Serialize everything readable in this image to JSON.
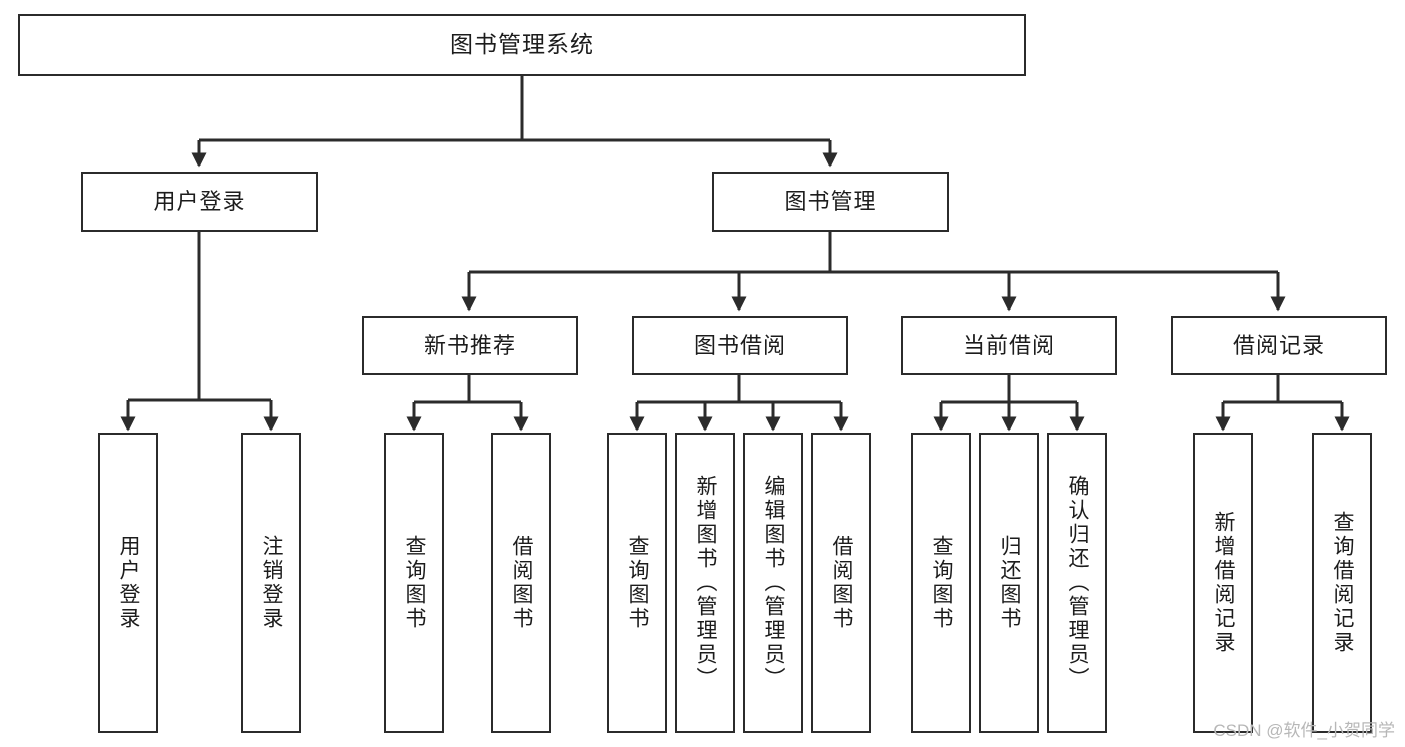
{
  "diagram": {
    "title": "图书管理系统",
    "type": "tree-hierarchy-chart",
    "watermark": "CSDN @软件_小贺同学",
    "colors": {
      "background": "#ffffff",
      "border": "#2b2b2b",
      "text": "#1c1c1c",
      "connector": "#2b2b2b",
      "watermark": "#b7b7b7"
    },
    "root": {
      "label": "图书管理系统"
    },
    "level2": [
      {
        "label": "用户登录"
      },
      {
        "label": "图书管理"
      }
    ],
    "level3": [
      {
        "label": "新书推荐"
      },
      {
        "label": "图书借阅"
      },
      {
        "label": "当前借阅"
      },
      {
        "label": "借阅记录"
      }
    ],
    "leaves": {
      "user_login": [
        {
          "label": "用户登录"
        },
        {
          "label": "注销登录"
        }
      ],
      "new_book_recommend": [
        {
          "label": "查询图书"
        },
        {
          "label": "借阅图书"
        }
      ],
      "book_borrow": [
        {
          "label": "查询图书"
        },
        {
          "label": "新增图书（管理员）"
        },
        {
          "label": "编辑图书（管理员）"
        },
        {
          "label": "借阅图书"
        }
      ],
      "current_borrow": [
        {
          "label": "查询图书"
        },
        {
          "label": "归还图书"
        },
        {
          "label": "确认归还（管理员）"
        }
      ],
      "borrow_record": [
        {
          "label": "新增借阅记录"
        },
        {
          "label": "查询借阅记录"
        }
      ]
    }
  }
}
